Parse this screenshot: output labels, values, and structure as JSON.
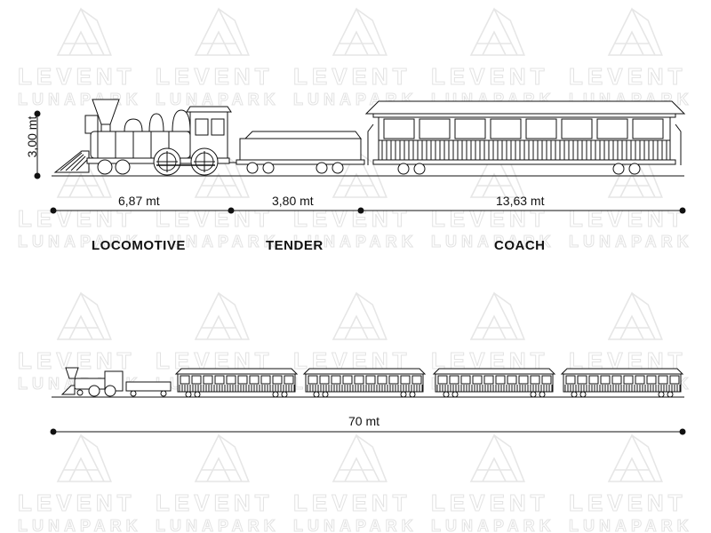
{
  "watermark": {
    "line1": "LEVENT",
    "line2": "LUNAPARK"
  },
  "dimensions": {
    "height": "3,00 mt",
    "locomotive_length": "6,87 mt",
    "tender_length": "3,80 mt",
    "coach_length": "13,63 mt",
    "train_length": "70 mt"
  },
  "captions": {
    "locomotive": "LOCOMOTIVE",
    "tender": "TENDER",
    "coach": "COACH"
  }
}
